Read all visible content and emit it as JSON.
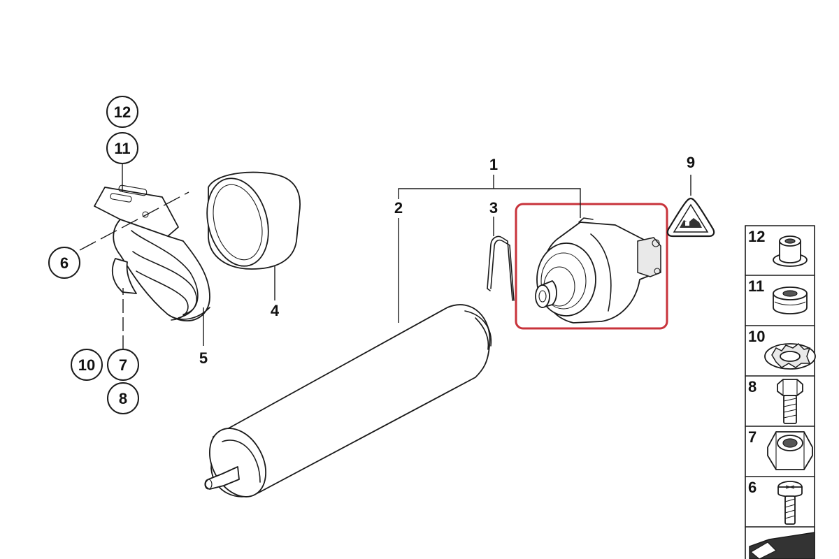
{
  "callouts": {
    "c12_top": "12",
    "c11_top": "11",
    "c6": "6",
    "c10": "10",
    "c7": "7",
    "c8": "8",
    "c5": "5",
    "c4": "4",
    "c2": "2",
    "c1": "1",
    "c3": "3",
    "c9": "9"
  },
  "side_panel": {
    "items": [
      {
        "label": "12"
      },
      {
        "label": "11"
      },
      {
        "label": "10"
      },
      {
        "label": "8"
      },
      {
        "label": "7"
      },
      {
        "label": "6"
      }
    ]
  },
  "highlight": {
    "color": "#c8333b",
    "part": "1"
  }
}
